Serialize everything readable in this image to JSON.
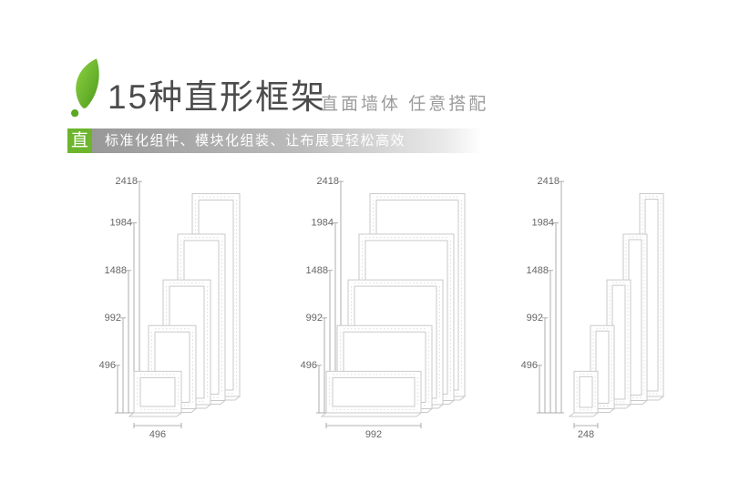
{
  "header": {
    "title": "15种直形框架",
    "subtitle": "直面墙体 任意搭配",
    "badge": "直",
    "banner_text": "标准化组件、模块化组装、让布展更轻松高效",
    "colors": {
      "green": "#6cb52d",
      "leaf_light": "#8fd341",
      "leaf_dark": "#4c9a1e",
      "title": "#4c4c4c",
      "subtitle": "#9c9c9c",
      "banner_start": "#989898"
    }
  },
  "diagrams": {
    "heights_mm": [
      2418,
      1984,
      1488,
      992,
      496
    ],
    "height_labels": [
      "2418",
      "1984",
      "1488",
      "992",
      "496"
    ],
    "groups": [
      {
        "name": "frame-set-496",
        "width_mm": 496,
        "bottom_width_label": "496"
      },
      {
        "name": "frame-set-992",
        "width_mm": 992,
        "bottom_width_label": "992"
      },
      {
        "name": "frame-set-248",
        "width_mm": 248,
        "bottom_width_label": "248"
      }
    ],
    "frame_stroke": "#c9c9c9",
    "frame_hole_color": "#dedede",
    "dim_line_color": "#9a9a9a",
    "dim_text_color": "#666666"
  }
}
